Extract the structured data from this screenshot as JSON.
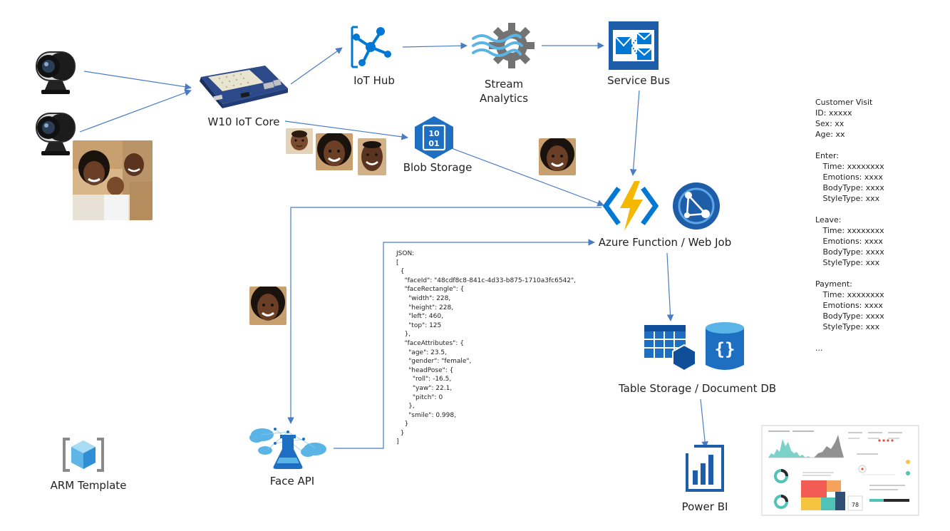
{
  "colors": {
    "azure_blue": "#0078d4",
    "azure_dark": "#1e5ea8",
    "arrow": "#4a7cc4",
    "lightning": "#f5b800",
    "gear": "#737373",
    "wave": "#5ab4e5",
    "cube": "#5fb5e6",
    "skin": "#6b3f26"
  },
  "nodes": {
    "webcam_1": {
      "icon": "webcam-icon"
    },
    "webcam_2": {
      "icon": "webcam-icon"
    },
    "family_photo": {
      "icon": "family-photo"
    },
    "iot_core": {
      "label": "W10 IoT Core",
      "icon": "iot-board-icon"
    },
    "iot_hub": {
      "label": "IoT Hub",
      "icon": "iot-hub-icon"
    },
    "stream_analytics": {
      "label": "Stream\nAnalytics",
      "icon": "stream-analytics-icon"
    },
    "service_bus": {
      "label": "Service Bus",
      "icon": "service-bus-icon"
    },
    "blob_storage": {
      "label": "Blob Storage",
      "icon": "blob-storage-icon"
    },
    "azure_function": {
      "label": "Azure Function / Web Job",
      "icon": "azure-function-icon",
      "icon2": "web-app-icon"
    },
    "table_storage": {
      "label": "Table Storage / Document DB",
      "icon": "table-storage-icon",
      "icon2": "document-db-icon"
    },
    "power_bi": {
      "label": "Power BI",
      "icon": "power-bi-icon"
    },
    "face_api": {
      "label": "Face API",
      "icon": "face-api-icon"
    },
    "arm_template": {
      "label": "ARM Template",
      "icon": "arm-template-icon"
    }
  },
  "json_text": "JSON:\n[\n  {\n    \"faceId\": \"48cdf8c8-841c-4d33-b875-1710a3fc6542\",\n    \"faceRectangle\": {\n      \"width\": 228,\n      \"height\": 228,\n      \"left\": 460,\n      \"top\": 125\n    },\n    \"faceAttributes\": {\n      \"age\": 23.5,\n      \"gender\": \"female\",\n      \"headPose\": {\n        \"roll\": -16.5,\n        \"yaw\": 22.1,\n        \"pitch\": 0\n      },\n      \"smile\": 0.998,\n    }\n  }\n]",
  "customer_visit_text": "Customer Visit\nID: xxxxx\nSex: xx\nAge: xx\n\nEnter:\n   Time: xxxxxxxx\n   Emotions: xxxx\n   BodyType: xxxx\n   StyleType: xxx\n\nLeave:\n   Time: xxxxxxxx\n   Emotions: xxxx\n   BodyType: xxxx\n   StyleType: xxx\n\nPayment:\n   Time: xxxxxxxx\n   Emotions: xxxx\n   BodyType: xxxx\n   StyleType: xxx\n\n...",
  "dashboard": {
    "kpi_value": "78"
  }
}
